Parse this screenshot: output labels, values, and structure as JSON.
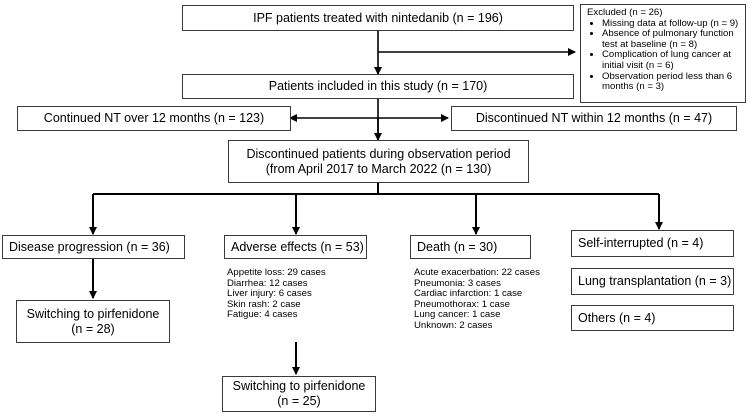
{
  "boxes": {
    "treated": "IPF patients treated with nintedanib (n = 196)",
    "included": "Patients included in this study (n = 170)",
    "continued": "Continued NT over 12 months (n = 123)",
    "discontinued_12": "Discontinued NT within 12 months (n = 47)",
    "discontinued_obs_line1": "Discontinued patients during observation period",
    "discontinued_obs_line2": "(from April 2017 to March 2022 (n = 130)",
    "disease_progression": "Disease progression (n = 36)",
    "adverse_effects": "Adverse effects (n = 53)",
    "death": "Death (n = 30)",
    "self_interrupted": "Self-interrupted (n = 4)",
    "lung_transplantation": "Lung transplantation (n = 3)",
    "others": "Others (n = 4)",
    "switch_dp_line1": "Switching to pirfenidone",
    "switch_dp_line2": "(n = 28)",
    "switch_ae_line1": "Switching to pirfenidone",
    "switch_ae_line2": "(n = 25)"
  },
  "excluded": {
    "title": "Excluded (n = 26)",
    "items": [
      "Missing data at follow-up (n = 9)",
      "Absence of pulmonary function test at baseline (n = 8)",
      "Complication of lung cancer at initial visit (n = 6)",
      "Observation period less than 6 months (n = 3)"
    ]
  },
  "adverse_details": [
    "Appetite loss: 29 cases",
    "Diarrhea: 12 cases",
    "Liver injury: 6 cases",
    "Skin rash: 2 case",
    "Fatigue: 4 cases"
  ],
  "death_details": [
    "Acute exacerbation: 22 cases",
    "Pneumonia: 3 cases",
    "Cardiac infarction: 1 case",
    "Pneumothorax: 1 case",
    "Lung cancer: 1 case",
    "Unknown: 2 cases"
  ],
  "colors": {
    "border": "#3a3a3a",
    "arrow": "#000000",
    "background": "#ffffff"
  }
}
